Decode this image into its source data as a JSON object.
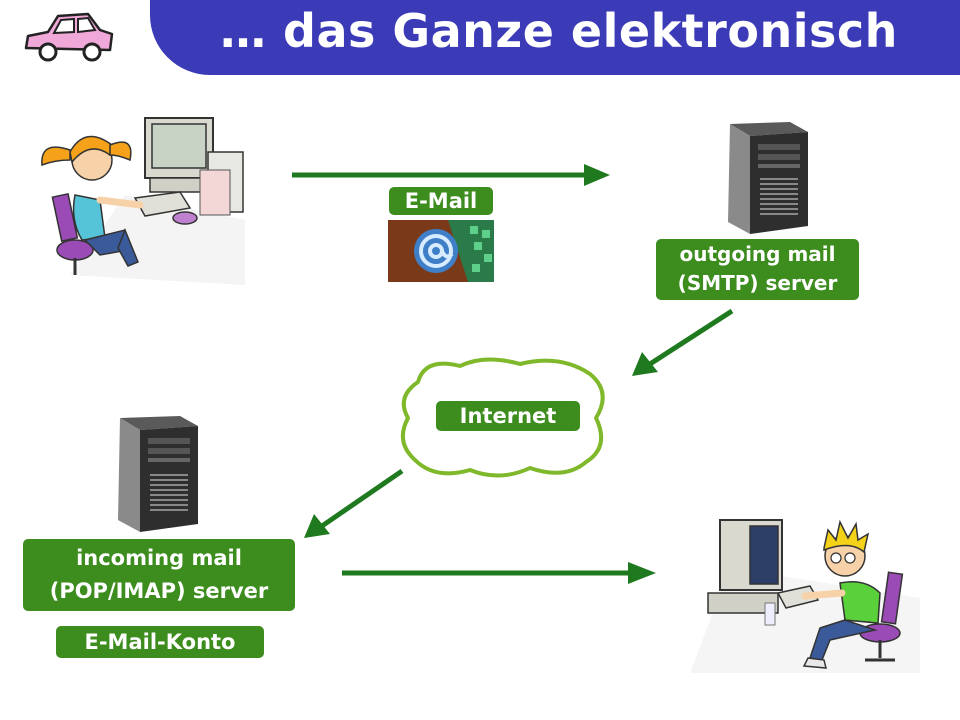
{
  "title": "… das Ganze elektronisch",
  "labels": {
    "email": "E-Mail",
    "outgoing_line1": "outgoing mail",
    "outgoing_line2": "(SMTP) server",
    "internet": "Internet",
    "incoming_line1": "incoming mail",
    "incoming_line2": "(POP/IMAP) server",
    "account": "E-Mail-Konto"
  },
  "colors": {
    "title_bar": "#3b3bb8",
    "label_bg": "#3c8c1e",
    "arrow": "#1f7a1f",
    "car": "#f0a8d8"
  },
  "icons": [
    "car-icon",
    "girl-at-computer-icon",
    "at-sign-icon",
    "server-tower-icon",
    "cloud-icon",
    "boy-at-computer-icon"
  ]
}
